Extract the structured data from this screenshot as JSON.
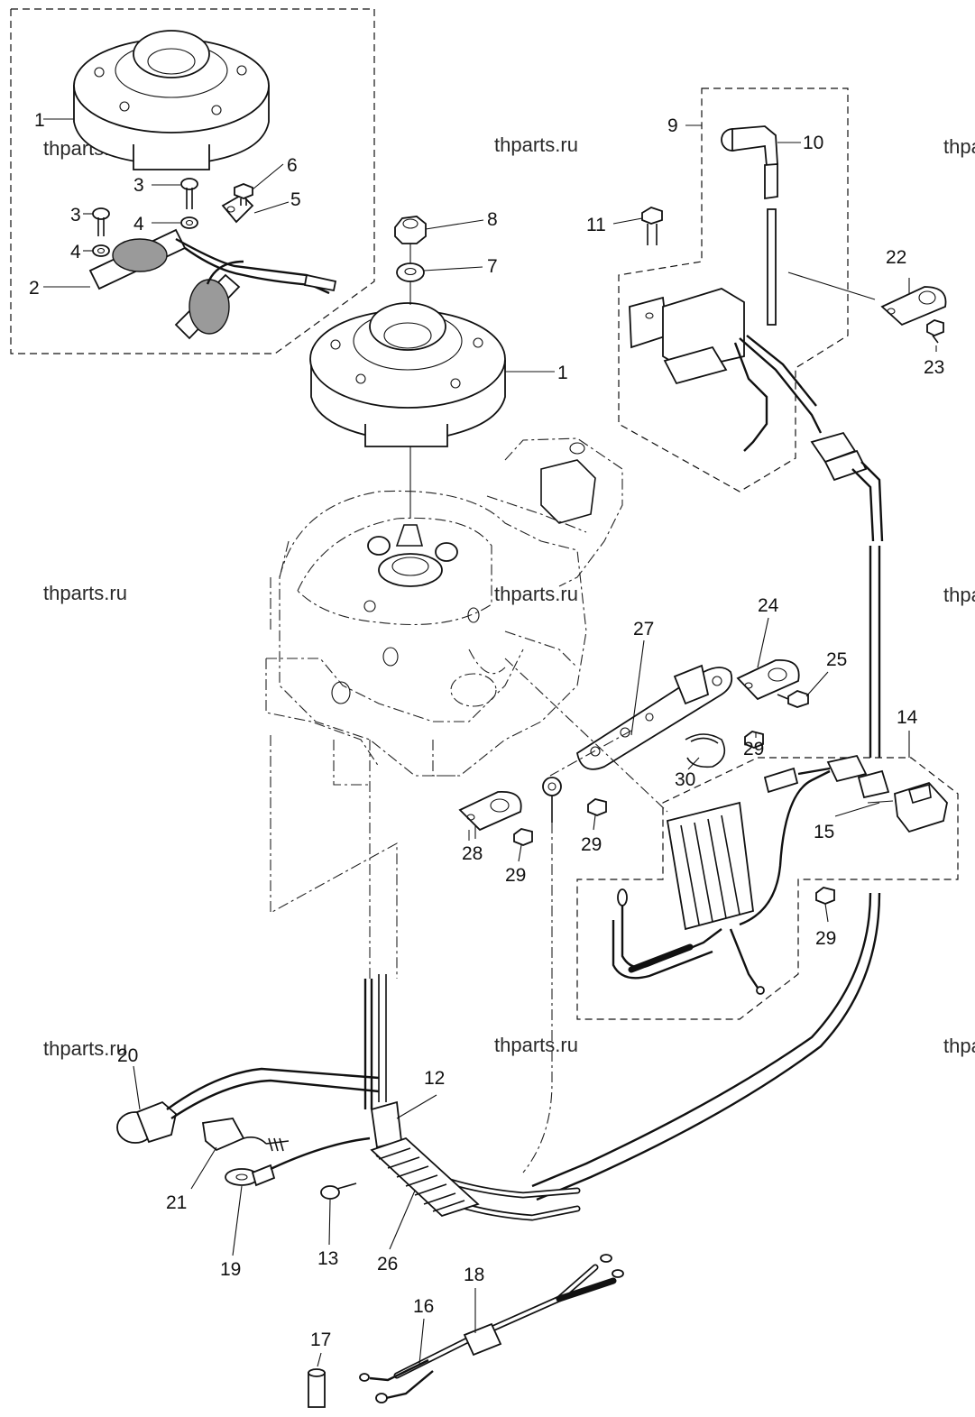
{
  "watermark": "thparts.ru",
  "callouts": [
    {
      "id": "c1a",
      "text": "1"
    },
    {
      "id": "c1b",
      "text": "1"
    },
    {
      "id": "c2",
      "text": "2"
    },
    {
      "id": "c3a",
      "text": "3"
    },
    {
      "id": "c3b",
      "text": "3"
    },
    {
      "id": "c4a",
      "text": "4"
    },
    {
      "id": "c4b",
      "text": "4"
    },
    {
      "id": "c5",
      "text": "5"
    },
    {
      "id": "c6",
      "text": "6"
    },
    {
      "id": "c7",
      "text": "7"
    },
    {
      "id": "c8",
      "text": "8"
    },
    {
      "id": "c9",
      "text": "9"
    },
    {
      "id": "c10",
      "text": "10"
    },
    {
      "id": "c11",
      "text": "11"
    },
    {
      "id": "c12",
      "text": "12"
    },
    {
      "id": "c13",
      "text": "13"
    },
    {
      "id": "c14",
      "text": "14"
    },
    {
      "id": "c15",
      "text": "15"
    },
    {
      "id": "c16",
      "text": "16"
    },
    {
      "id": "c17",
      "text": "17"
    },
    {
      "id": "c18",
      "text": "18"
    },
    {
      "id": "c19",
      "text": "19"
    },
    {
      "id": "c20",
      "text": "20"
    },
    {
      "id": "c21",
      "text": "21"
    },
    {
      "id": "c22",
      "text": "22"
    },
    {
      "id": "c23",
      "text": "23"
    },
    {
      "id": "c24",
      "text": "24"
    },
    {
      "id": "c25",
      "text": "25"
    },
    {
      "id": "c26",
      "text": "26"
    },
    {
      "id": "c27",
      "text": "27"
    },
    {
      "id": "c28",
      "text": "28"
    },
    {
      "id": "c29a",
      "text": "29"
    },
    {
      "id": "c29b",
      "text": "29"
    },
    {
      "id": "c29c",
      "text": "29"
    },
    {
      "id": "c29d",
      "text": "29"
    },
    {
      "id": "c30",
      "text": "30"
    }
  ]
}
